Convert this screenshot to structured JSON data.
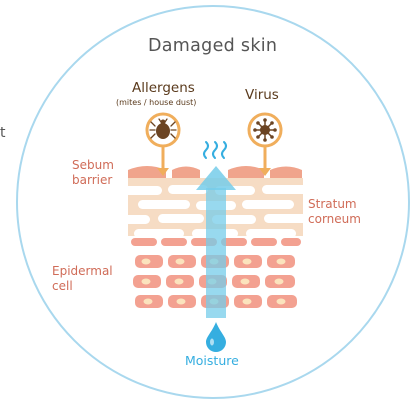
{
  "diagram": {
    "title": "Damaged skin",
    "allergens": {
      "label": "Allergens",
      "sublabel": "(mites / house dust)",
      "icon": "mite-icon"
    },
    "virus": {
      "label": "Virus",
      "icon": "virus-icon"
    },
    "labels": {
      "sebum_line1": "Sebum",
      "sebum_line2": "barrier",
      "stratum_line1": "Stratum",
      "stratum_line2": "corneum",
      "epidermal_line1": "Epidermal",
      "epidermal_line2": "cell",
      "moisture": "Moisture",
      "edge_fragment": "t"
    },
    "colors": {
      "circle": "#a9d8ee",
      "sebum": "#f0a48c",
      "corneum": "#f6dcc4",
      "epidermal": "#f3a191",
      "nucleus": "#fbe3bd",
      "arrow": "#76ccea",
      "allergen_ring": "#f0ae5c",
      "label": "#d06c58",
      "text_dark": "#5a3a1c",
      "moisture": "#35aee0"
    }
  }
}
